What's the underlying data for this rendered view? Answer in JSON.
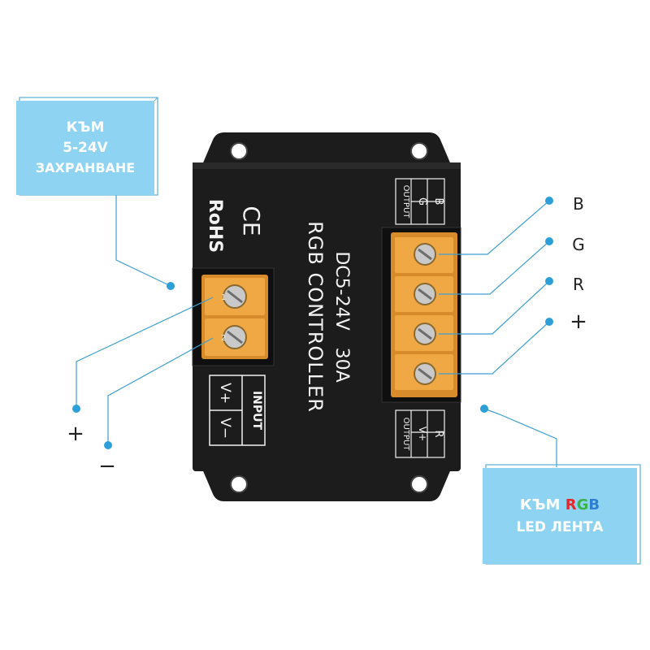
{
  "colors": {
    "callout_fill": "#8fd3f2",
    "callout_border": "#5aaed6",
    "leader_line": "#3d9fd0",
    "device_body": "#1c1c1c",
    "terminal_block": "#e3922c",
    "rgb_red": "#e5262b",
    "rgb_green": "#3bb34a",
    "rgb_blue": "#2e7fd0"
  },
  "power_callout": {
    "line1": "КЪМ",
    "line2": "5-24V",
    "line3": "ЗАХРАНВАНЕ"
  },
  "strip_callout": {
    "prefix": "КЪМ ",
    "r": "R",
    "g": "G",
    "b": "B",
    "line2": "LED ЛЕНТА"
  },
  "input_wires": {
    "plus": "+",
    "minus": "−"
  },
  "output_wires": {
    "b": "B",
    "g": "G",
    "r": "R",
    "plus": "+"
  },
  "device": {
    "title": "RGB CONTROLLER",
    "rating": "DC5-24V   30A",
    "rohs": "RoHS",
    "ce": "CE",
    "input_label": "INPUT",
    "input_vplus": "V+",
    "input_vminus": "V−",
    "output_label_top": "OUTPUT",
    "output_top_g": "G",
    "output_top_b": "B",
    "output_label_bottom": "OUTPUT",
    "output_bottom_vplus": "V+",
    "output_bottom_r": "R",
    "input_terminal_1": "1",
    "input_terminal_2": "2"
  }
}
